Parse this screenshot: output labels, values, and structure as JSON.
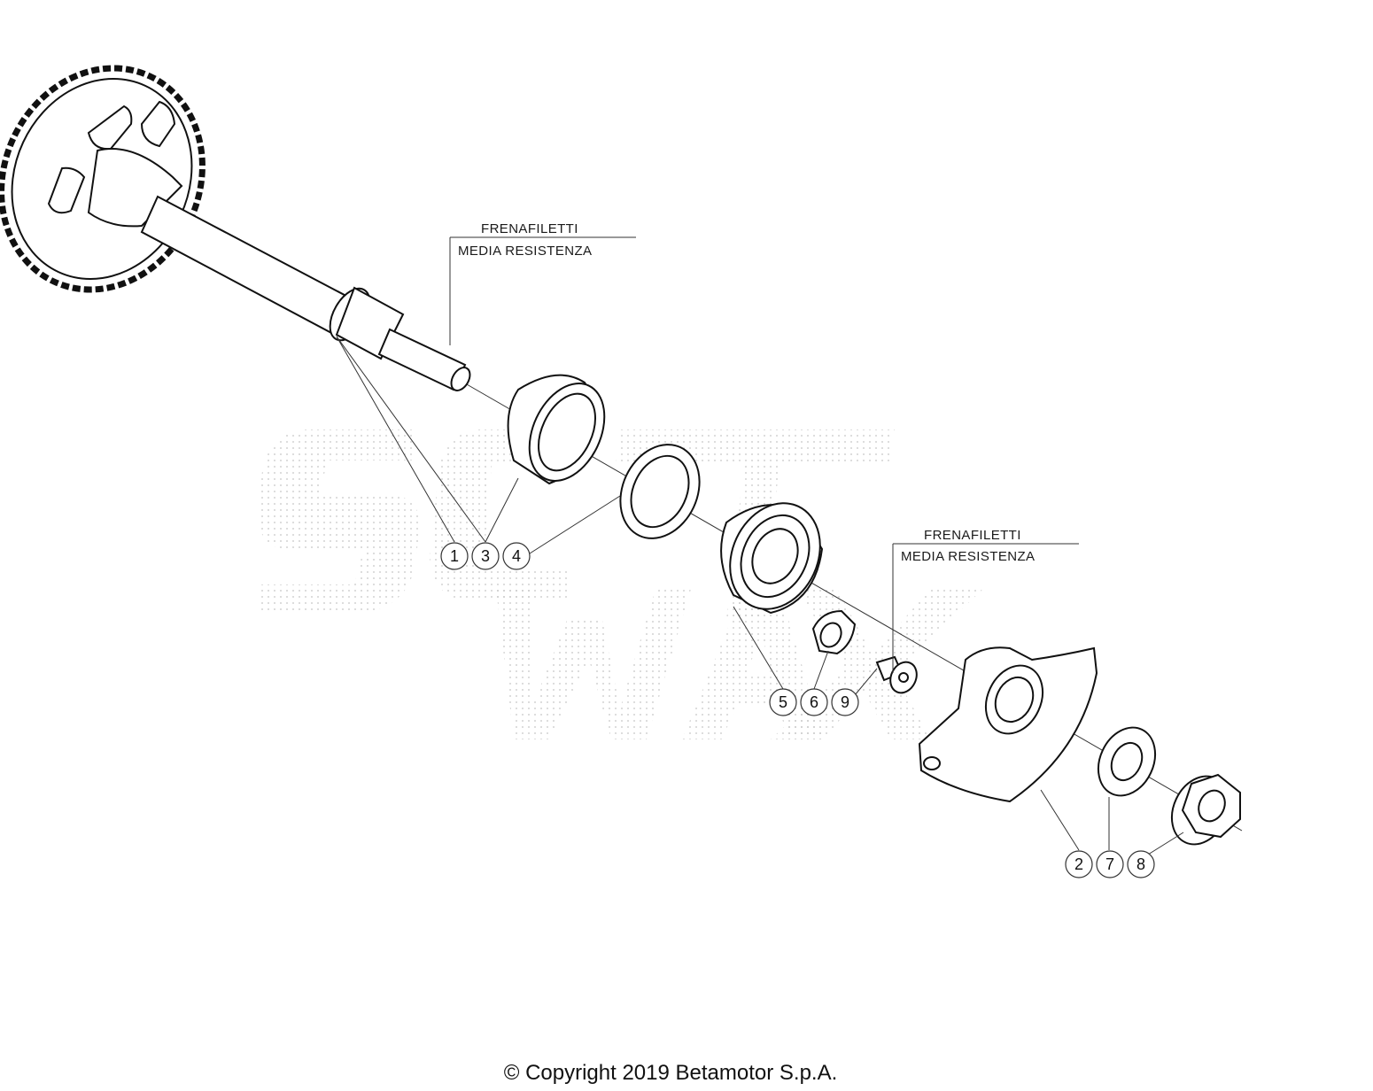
{
  "notes": [
    {
      "line1": "FRENAFILETTI",
      "line2": "MEDIA RESISTENZA"
    },
    {
      "line1": "FRENAFILETTI",
      "line2": "MEDIA RESISTENZA"
    }
  ],
  "callout_groups": [
    [
      "1",
      "3",
      "4"
    ],
    [
      "5",
      "6",
      "9"
    ],
    [
      "2",
      "7",
      "8"
    ]
  ],
  "copyright": "© Copyright 2019 Betamotor S.p.A."
}
